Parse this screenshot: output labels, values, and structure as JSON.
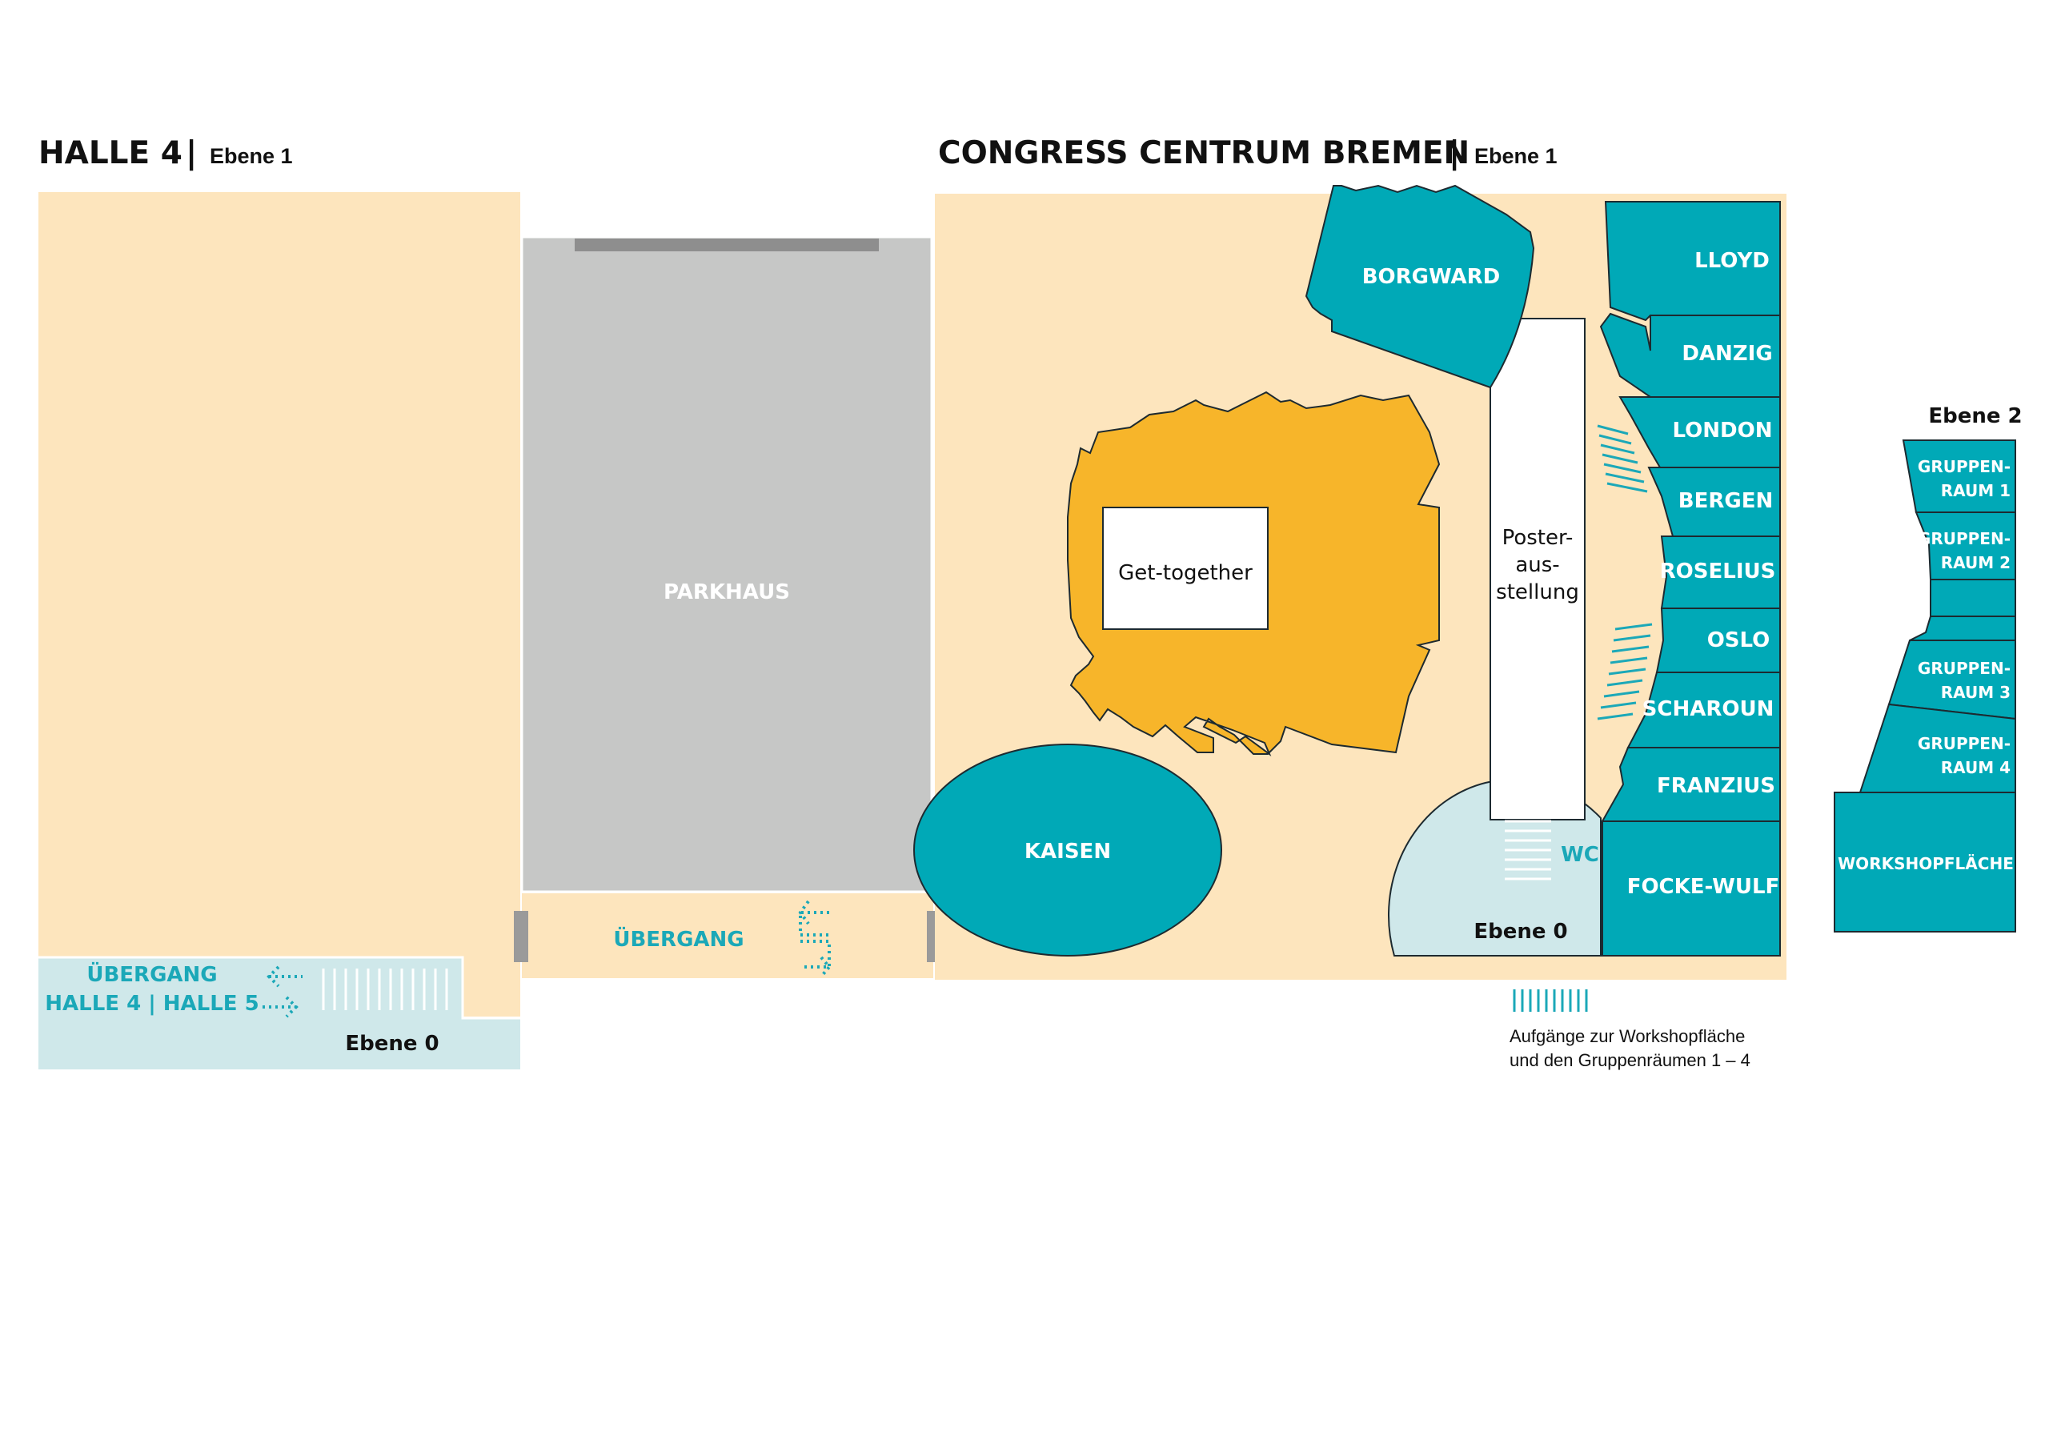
{
  "headers": {
    "halle4": "HALLE 4",
    "halle4_level": "Ebene 1",
    "ccb": "CONGRESS CENTRUM BREMEN",
    "ccb_level": "Ebene 1",
    "separator": "|"
  },
  "areas": {
    "parkhaus": "PARKHAUS",
    "uebergang": "ÜBERGANG",
    "uebergang_halle_line1": "ÜBERGANG",
    "uebergang_halle_line2": "HALLE 4 | HALLE 5",
    "ebene0_left": "Ebene 0",
    "ebene0_center": "Ebene 0",
    "get_together": "Get-together",
    "poster_line1": "Poster-",
    "poster_line2": "aus-",
    "poster_line3": "stellung",
    "wc": "WC"
  },
  "rooms": {
    "borgward": "BORGWARD",
    "kaisen": "KAISEN",
    "lloyd": "LLOYD",
    "danzig": "DANZIG",
    "london": "LONDON",
    "bergen": "BERGEN",
    "roselius": "ROSELIUS",
    "oslo": "OSLO",
    "scharoun": "SCHAROUN",
    "franzius": "FRANZIUS",
    "focke_wulf": "FOCKE-WULF"
  },
  "ebene2": {
    "title": "Ebene 2",
    "gr1_line1": "GRUPPEN-",
    "gr1_line2": "RAUM 1",
    "gr2_line1": "GRUPPEN-",
    "gr2_line2": "RAUM 2",
    "gr3_line1": "GRUPPEN-",
    "gr3_line2": "RAUM 3",
    "gr4_line1": "GRUPPEN-",
    "gr4_line2": "RAUM 4",
    "workshop": "WORKSHOPFLÄCHE"
  },
  "legend": {
    "line1": "Aufgänge zur Workshopfläche",
    "line2": "und den Gruppenräumen 1 – 4"
  },
  "colors": {
    "beige": "#fde5bd",
    "teal": "#00a9b7",
    "gold": "#f7b52a",
    "gray": "#c6c7c6",
    "lightblue": "#cfe8ea"
  }
}
